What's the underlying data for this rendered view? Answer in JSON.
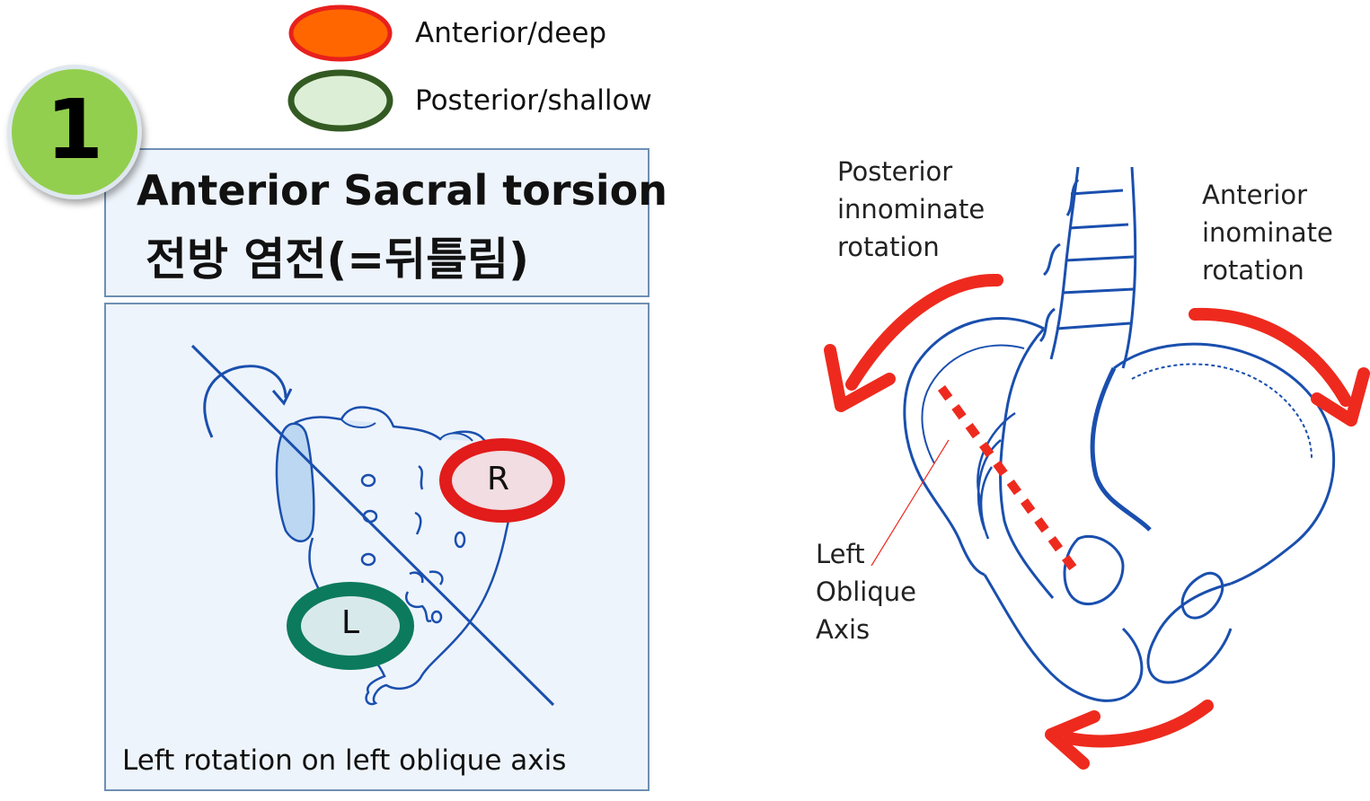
{
  "legend": {
    "items": [
      {
        "label": "Anterior/deep",
        "fill": "#ff6600",
        "stroke": "#e8201c"
      },
      {
        "label": "Posterior/shallow",
        "fill": "#dcefd6",
        "stroke": "#345a23"
      }
    ]
  },
  "badge": {
    "number": "1",
    "color": "#93cf4e"
  },
  "title": {
    "english": "Anterior Sacral torsion",
    "korean": "전방 염전(=뒤틀림)"
  },
  "sacrum_panel": {
    "right_marker": "R",
    "left_marker": "L",
    "right_color": "#e21b1b",
    "left_color": "#0c7a5d",
    "caption": "Left rotation on left oblique axis"
  },
  "pelvis_diagram": {
    "posterior_label": "Posterior\ninnominate\nrotation",
    "anterior_label": "Anterior\ninominate\nrotation",
    "axis_label": "Left\nOblique\nAxis",
    "arrow_color": "#ee2a1e",
    "line_color": "#1a4fae"
  }
}
